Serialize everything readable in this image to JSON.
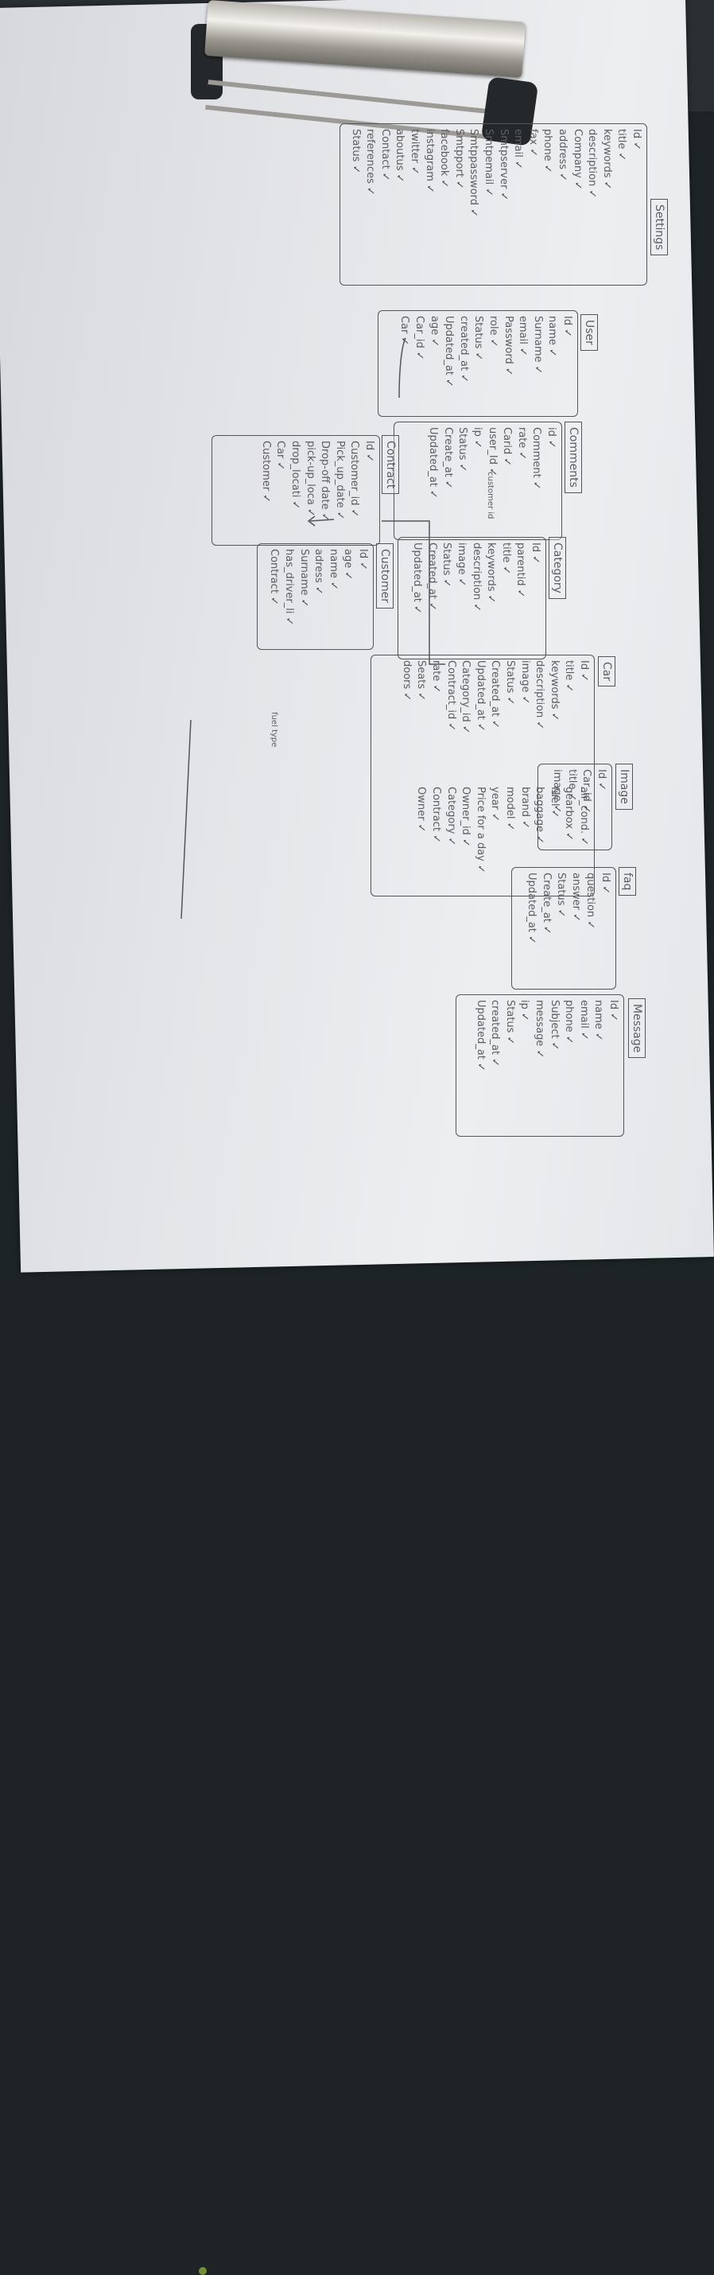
{
  "check_mark": "✓",
  "tables": [
    {
      "key": "settings",
      "title": "Settings",
      "fields": [
        "Id",
        "title",
        "keywords",
        "description",
        "Company",
        "address",
        "phone",
        "fax",
        "email",
        "Smtpserver",
        "Smtpemail",
        "Smtppassword",
        "Smtpport",
        "facebook",
        "instagram",
        "twitter",
        "aboutus",
        "Contact",
        "references",
        "Status"
      ]
    },
    {
      "key": "user",
      "title": "User",
      "fields": [
        "Id",
        "name",
        "Surname",
        "email",
        "Password",
        "role",
        "Status",
        "created_at",
        "Updated_at",
        "age",
        "Car_id",
        "Car"
      ]
    },
    {
      "key": "comments",
      "title": "Comments",
      "fields": [
        "id",
        "Comment",
        "rate",
        "Carid",
        "user_Id",
        "ip",
        "Status",
        "Create_at",
        "Updated_at"
      ]
    },
    {
      "key": "contract",
      "title": "Contract",
      "fields": [
        "Id",
        "Customer_id",
        "Pick_up_date",
        "Drop-off date",
        "pick-up_loca",
        "drop_locati",
        "Car",
        "Customer"
      ]
    },
    {
      "key": "category",
      "title": "Category",
      "fields": [
        "Id",
        "parentid",
        "title",
        "keywords",
        "description",
        "image",
        "Status",
        "Created_at",
        "Updated_at"
      ]
    },
    {
      "key": "customer",
      "title": "Customer",
      "fields": [
        "Id",
        "age",
        "name",
        "adress",
        "Surname",
        "has_driver_li",
        "Contract"
      ]
    },
    {
      "key": "car",
      "title": "Car",
      "fields": [
        "Id",
        "title",
        "keywords",
        "description",
        "image",
        "Status",
        "Created_at",
        "Updated_at",
        "Category_id",
        "Contract_id",
        "rate",
        "Seats",
        "doors",
        "air_cond.",
        "gearbox",
        "fuel",
        "baggage",
        "brand",
        "model",
        "year",
        "Price for a day",
        "Owner_id",
        "Category",
        "Contract",
        "Owner"
      ]
    },
    {
      "key": "image",
      "title": "Image",
      "fields": [
        "Id",
        "Car_id",
        "title",
        "image"
      ]
    },
    {
      "key": "faq",
      "title": "faq",
      "fields": [
        "Id",
        "question",
        "answer",
        "Status",
        "Create_at",
        "Updated_at"
      ]
    },
    {
      "key": "message",
      "title": "Message",
      "fields": [
        "Id",
        "name",
        "email",
        "phone",
        "Subject",
        "message",
        "ip",
        "Status",
        "created_at",
        "Updated_at"
      ]
    }
  ],
  "notes": {
    "customer_id_annotation": "customer id",
    "fuel_annotation": "fuel type"
  }
}
